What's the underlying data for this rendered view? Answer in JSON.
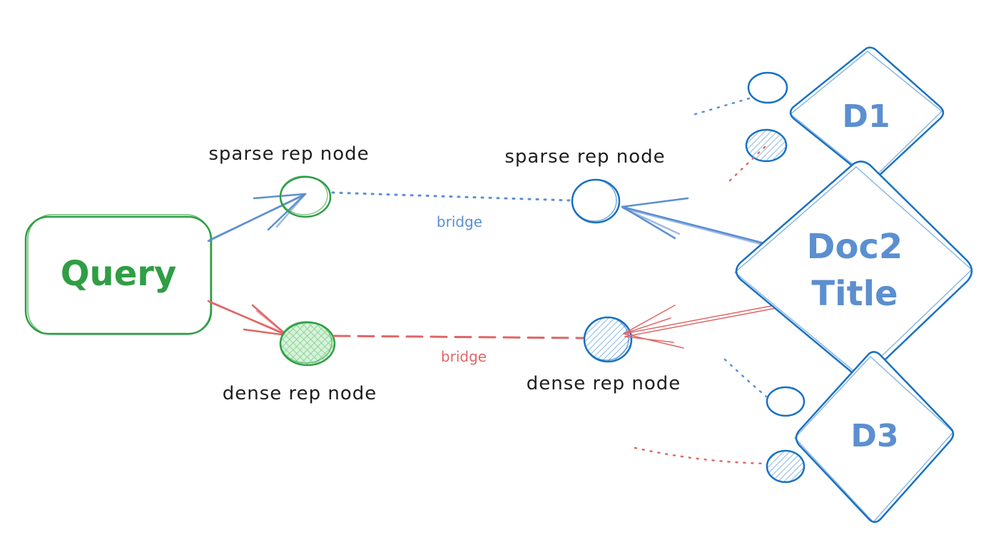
{
  "colors": {
    "green": "#2f9e44",
    "blue": "#1971c2",
    "light_blue": "#5b8fd0",
    "red": "#e06666",
    "text": "#1e1e1e"
  },
  "query": {
    "label": "Query"
  },
  "left_nodes": {
    "sparse_label": "sparse rep node",
    "dense_label": "dense rep node"
  },
  "right_nodes": {
    "sparse_label": "sparse rep node",
    "dense_label": "dense rep node"
  },
  "bridges": {
    "sparse_label": "bridge",
    "dense_label": "bridge"
  },
  "documents": {
    "d1": "D1",
    "doc2_line1": "Doc2",
    "doc2_line2": "Title",
    "d3": "D3"
  }
}
